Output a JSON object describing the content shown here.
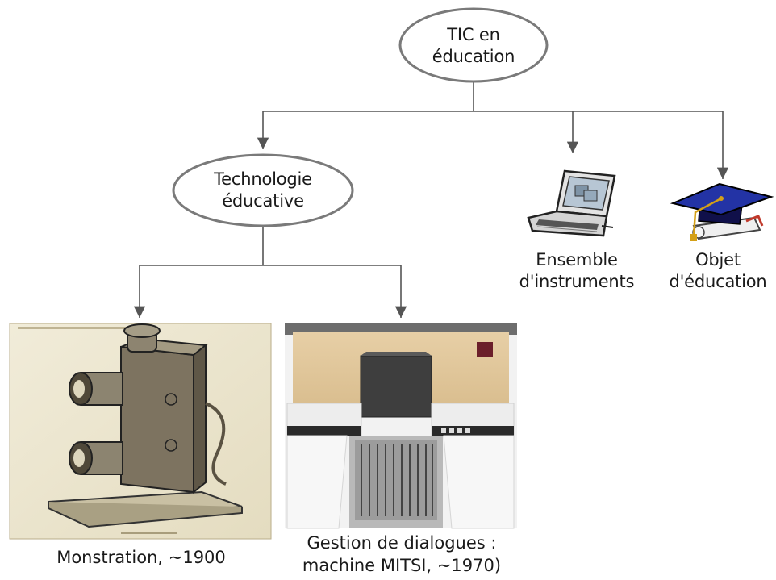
{
  "root": {
    "line1": "TIC en",
    "line2": "éducation"
  },
  "branch_left": {
    "line1": "Technologie",
    "line2": "éducative"
  },
  "branch_middle": {
    "line1": "Ensemble",
    "line2": "d'instruments",
    "icon": "laptop-icon"
  },
  "branch_right": {
    "line1": "Objet",
    "line2": "d'éducation",
    "icon": "graduation-cap-diploma-icon"
  },
  "leaf_left": {
    "caption": "Monstration, ~1900",
    "image": "magic-lantern-engraving"
  },
  "leaf_right": {
    "caption_line1": "Gestion de dialogues :",
    "caption_line2": "machine MITSI, ~1970)",
    "image": "mitsi-machine-photo"
  },
  "colors": {
    "line": "#555555",
    "ellipse_stroke": "#7a7a7a"
  }
}
